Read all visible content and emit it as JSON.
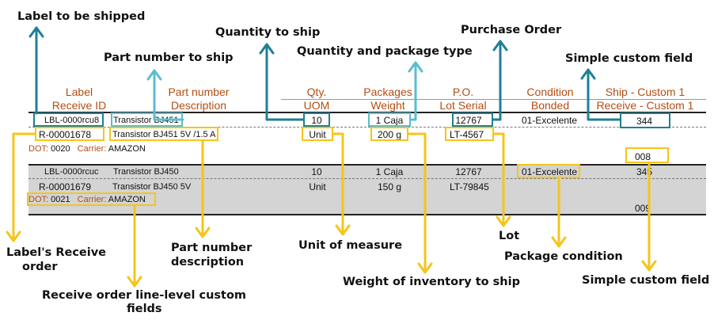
{
  "callouts": {
    "label_to_be_shipped": "Label to be shipped",
    "quantity_to_ship": "Quantity to ship",
    "purchase_order": "Purchase Order",
    "part_number_to_ship": "Part number to ship",
    "quantity_and_package_type": "Quantity and package type",
    "simple_custom_field_top": "Simple custom field",
    "labels_receive_order_line1": "Label's Receive",
    "labels_receive_order_line2": "order",
    "part_number_description_line1": "Part number",
    "part_number_description_line2": "description",
    "unit_of_measure": "Unit of measure",
    "lot": "Lot",
    "package_condition": "Package condition",
    "weight_of_inventory": "Weight of inventory to ship",
    "simple_custom_field_bottom": "Simple custom field",
    "receive_order_line_custom_line1": "Receive order line-level custom",
    "receive_order_line_custom_line2": "fields"
  },
  "table": {
    "headers": [
      {
        "top": "Label",
        "bottom": "Receive ID"
      },
      {
        "top": "Part number",
        "bottom": "Description"
      },
      {
        "top": "Qty.",
        "bottom": "UOM"
      },
      {
        "top": "Packages",
        "bottom": "Weight"
      },
      {
        "top": "P.O.",
        "bottom": "Lot Serial"
      },
      {
        "top": "Condition",
        "bottom": "Bonded"
      },
      {
        "top": "Ship - Custom 1",
        "bottom": "Receive - Custom 1"
      }
    ],
    "rows": [
      {
        "label": "LBL-0000rcu8",
        "receive_id": "R-00001678",
        "part_number": "Transistor BJ451",
        "description": "Transistor BJ451 5V /1.5 A",
        "qty": "10",
        "uom": "Unit",
        "packages": "1 Caja",
        "weight": "200 g",
        "po": "12767",
        "lot": "LT-4567",
        "condition": "01-Excelente",
        "ship_custom": "344",
        "dot_label": "DOT:",
        "dot_value": "0020",
        "carrier_label": "Carrier:",
        "carrier_value": "AMAZON",
        "receive_custom": "008"
      },
      {
        "label": "LBL-0000rcuc",
        "receive_id": "R-00001679",
        "part_number": "Transistor BJ450",
        "description": "Transistor BJ450 5V",
        "qty": "10",
        "uom": "Unit",
        "packages": "1 Caja",
        "weight": "150 g",
        "po": "12767",
        "lot": "LT-79845",
        "condition": "01-Excelente",
        "ship_custom": "345",
        "dot_label": "DOT:",
        "dot_value": "0021",
        "carrier_label": "Carrier:",
        "carrier_value": "AMAZON",
        "receive_custom": "009"
      }
    ]
  },
  "colors": {
    "header_text": "#b34d12",
    "teal_highlight": "#1f7f94",
    "light_teal_highlight": "#5bbcd1",
    "yellow_highlight": "#f5c518",
    "gray_band": "#d4d4d4"
  }
}
